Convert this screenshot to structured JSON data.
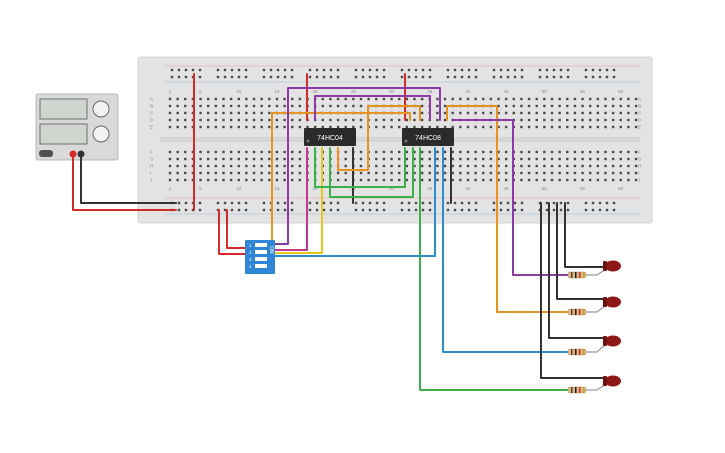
{
  "chips": [
    {
      "label": "74HC04"
    },
    {
      "label": "74HC08"
    }
  ],
  "dip_switch": {
    "on_label": "ON",
    "switch_numbers": [
      "1",
      "2",
      "3",
      "4"
    ]
  },
  "breadboard": {
    "column_numbers": [
      "1",
      "5",
      "10",
      "15",
      "20",
      "25",
      "30",
      "35",
      "40",
      "45",
      "50",
      "55",
      "60"
    ],
    "row_letters_top": [
      "A",
      "B",
      "C",
      "D",
      "E"
    ],
    "row_letters_bottom": [
      "F",
      "G",
      "H",
      "I",
      "J"
    ]
  },
  "colors": {
    "board": "#e3e3e3",
    "red_wire": "#d42a2a",
    "black_wire": "#333333",
    "orange_wire": "#e8931f",
    "purple_wire": "#8b3aa6",
    "green_wire": "#3ab04a",
    "blue_wire": "#2a8fd0",
    "yellow_wire": "#e6c81c",
    "magenta_wire": "#c2378f",
    "switch": "#2f86d6",
    "led": "#8e1818"
  },
  "leds": [
    {
      "name": "led-1"
    },
    {
      "name": "led-2"
    },
    {
      "name": "led-3"
    },
    {
      "name": "led-4"
    }
  ]
}
